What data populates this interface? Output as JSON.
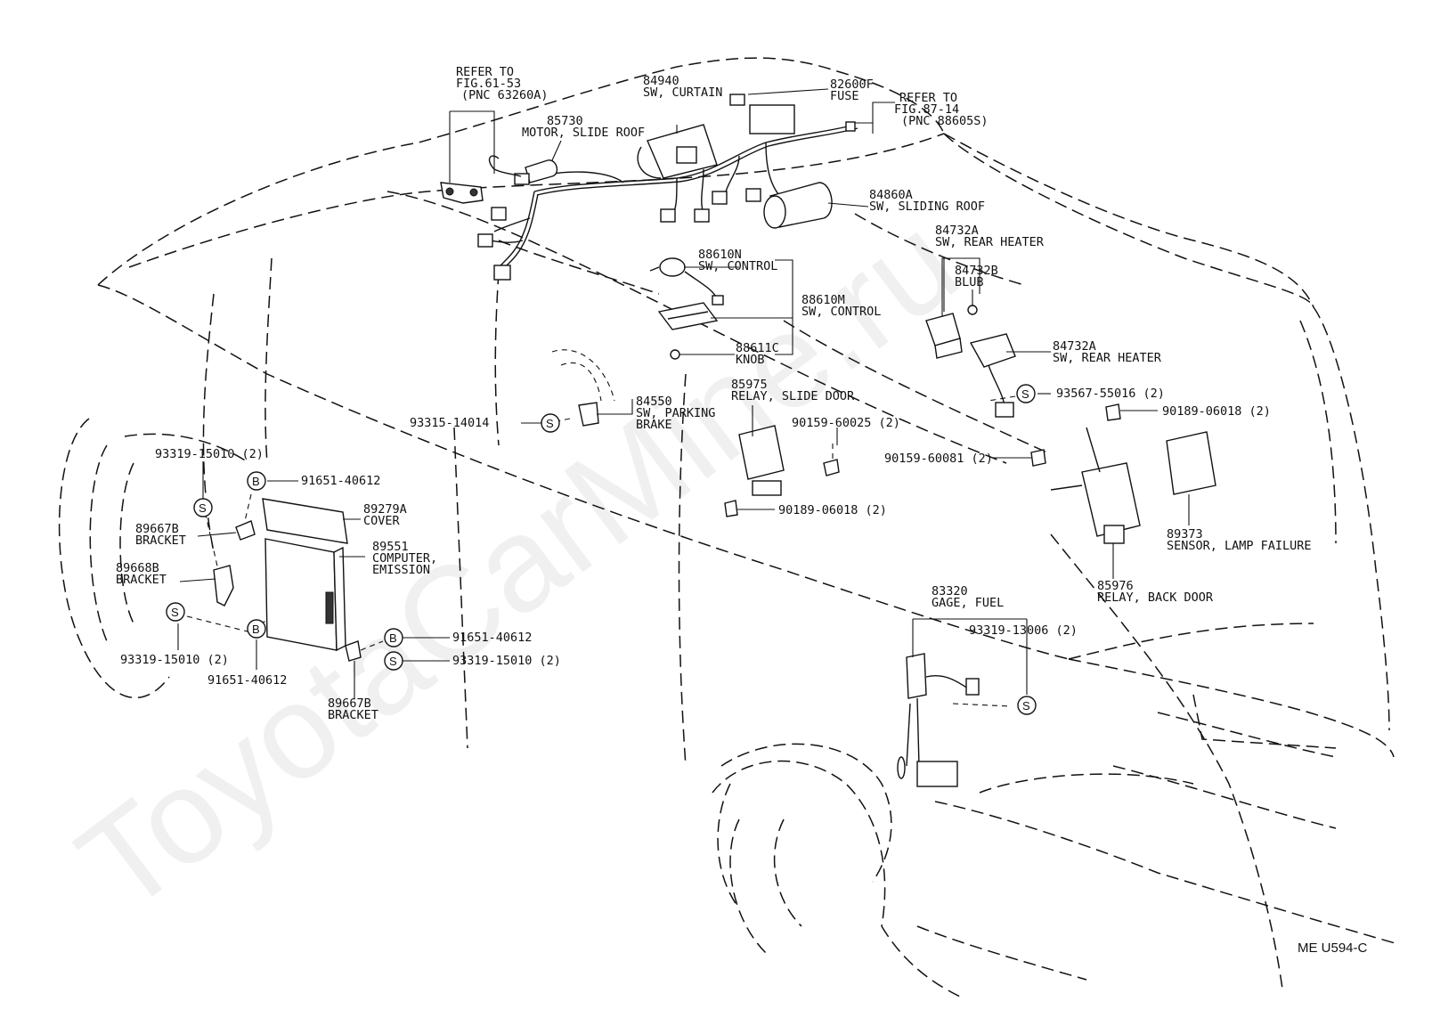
{
  "watermark": "ToyotaCarMine.ru",
  "drawing_code": "ME U594-C",
  "refer_roof": [
    "REFER TO",
    "FIG.61-53",
    "(PNC 63260A)"
  ],
  "refer_fuse": [
    "REFER TO",
    "FIG.87-14",
    "(PNC 88605S)"
  ],
  "parts": {
    "sw_curtain": [
      "84940",
      "SW, CURTAIN"
    ],
    "fuse": [
      "82600F",
      "FUSE"
    ],
    "motor_slide_roof": [
      "85730",
      "MOTOR, SLIDE ROOF"
    ],
    "sw_sliding_roof": [
      "84860A",
      "SW, SLIDING ROOF"
    ],
    "sw_rear_heater_upper": [
      "84732A",
      "SW, REAR HEATER"
    ],
    "blub": [
      "84732B",
      "BLUB"
    ],
    "sw_rear_heater_lower": [
      "84732A",
      "SW, REAR HEATER"
    ],
    "sw_control_n": [
      "88610N",
      "SW, CONTROL"
    ],
    "sw_control_m": [
      "88610M",
      "SW, CONTROL"
    ],
    "knob": [
      "88611C",
      "KNOB"
    ],
    "sw_parking_brake": [
      "84550",
      "SW, PARKING",
      "BRAKE"
    ],
    "relay_slide_door": [
      "85975",
      "RELAY, SLIDE DOOR"
    ],
    "cover": [
      "89279A",
      "COVER"
    ],
    "computer_emission": [
      "89551",
      "COMPUTER,",
      "EMISSION"
    ],
    "bracket_a": [
      "89667B",
      "BRACKET"
    ],
    "bracket_b": [
      "89668B",
      "BRACKET"
    ],
    "bracket_c": [
      "89667B",
      "BRACKET"
    ],
    "sensor_lamp_failure": [
      "89373",
      "SENSOR, LAMP FAILURE"
    ],
    "relay_back_door": [
      "85976",
      "RELAY, BACK DOOR"
    ],
    "gage_fuel": [
      "83320",
      "GAGE, FUEL"
    ]
  },
  "fasteners": {
    "screw_93315": "93315-14014",
    "screw_93567": "93567-55016 (2)",
    "clip_90189_right": "90189-06018 (2)",
    "bolt_90159_25": "90159-60025 (2)",
    "bolt_90159_81": "90159-60081 (2)",
    "clip_90189_mid": "90189-06018 (2)",
    "screw_93319_top": "93319-15010 (2)",
    "bolt_91651_top": "91651-40612",
    "screw_93319_left": "93319-15010 (2)",
    "bolt_91651_left": "91651-40612",
    "bolt_91651_mid": "91651-40612",
    "screw_93319_mid": "93319-15010 (2)",
    "screw_93319_fuel": "93319-13006 (2)"
  },
  "symbols": {
    "screw": "S",
    "bolt": "B"
  }
}
